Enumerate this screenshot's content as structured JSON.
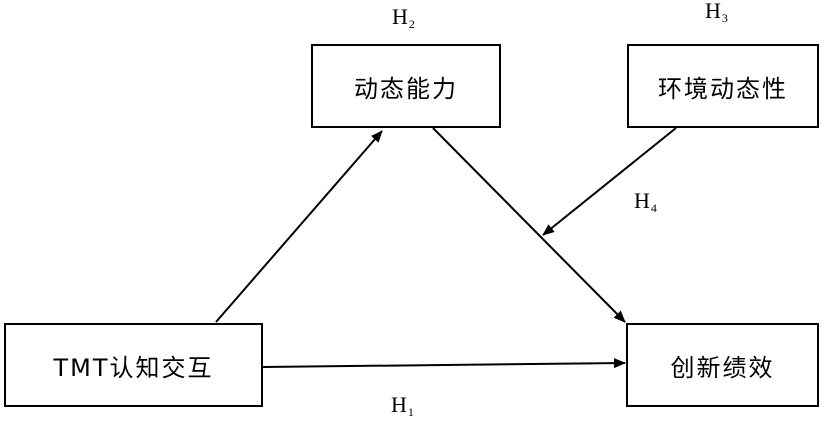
{
  "nodes": {
    "dynamic_capability": "动态能力",
    "environmental_dynamism": "环境动态性",
    "tmt_cognitive_interaction": "TMT认知交互",
    "innovation_performance": "创新绩效"
  },
  "hypotheses": {
    "h1": {
      "letter": "H",
      "index": "1"
    },
    "h2": {
      "letter": "H",
      "index": "2"
    },
    "h3": {
      "letter": "H",
      "index": "3"
    },
    "h4": {
      "letter": "H",
      "index": "4"
    }
  },
  "colors": {
    "line": "#000000",
    "box_border": "#000000",
    "background": "#ffffff"
  }
}
